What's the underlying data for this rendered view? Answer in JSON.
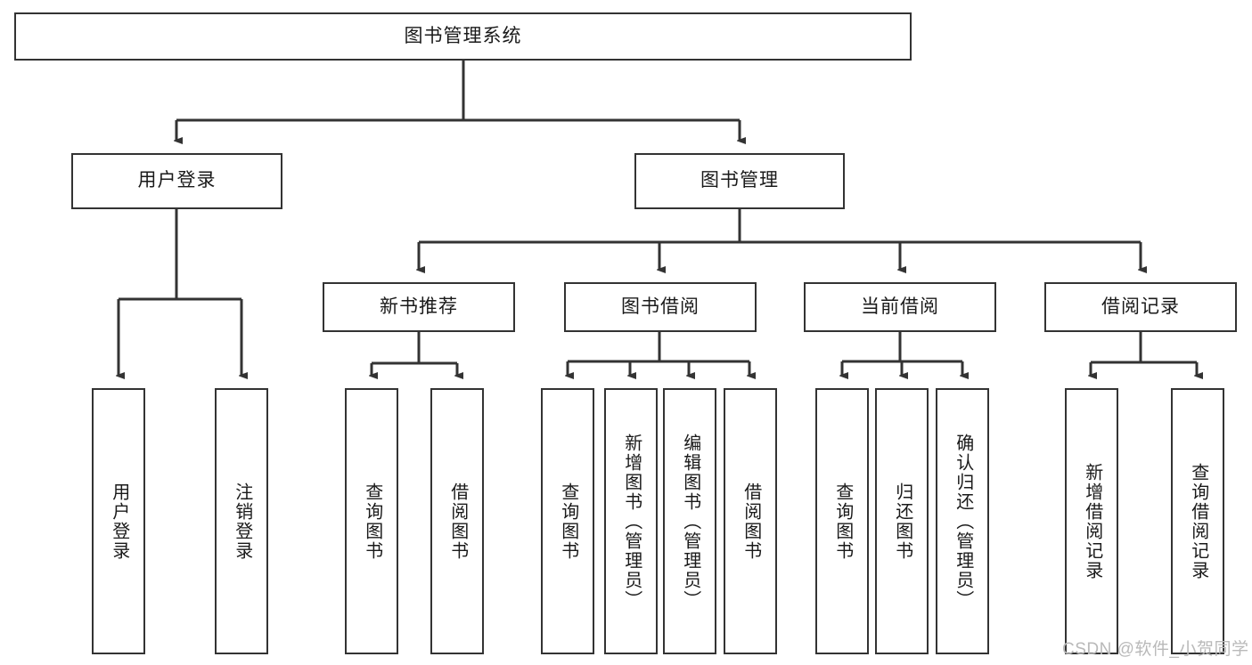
{
  "diagram": {
    "title": "图书管理系统",
    "type": "tree-hierarchy-diagram",
    "root": {
      "label": "图书管理系统"
    },
    "level2": [
      {
        "label": "用户登录"
      },
      {
        "label": "图书管理"
      }
    ],
    "level3": [
      {
        "label": "新书推荐"
      },
      {
        "label": "图书借阅"
      },
      {
        "label": "当前借阅"
      },
      {
        "label": "借阅记录"
      }
    ],
    "leaves": {
      "user_login": [
        {
          "label": "用户登录"
        },
        {
          "label": "注销登录"
        }
      ],
      "new_book_recommend": [
        {
          "label": "查询图书"
        },
        {
          "label": "借阅图书"
        }
      ],
      "book_borrow": [
        {
          "label": "查询图书"
        },
        {
          "label": "新增图书（管理员）"
        },
        {
          "label": "编辑图书（管理员）"
        },
        {
          "label": "借阅图书"
        }
      ],
      "current_borrow": [
        {
          "label": "查询图书"
        },
        {
          "label": "归还图书"
        },
        {
          "label": "确认归还（管理员）"
        }
      ],
      "borrow_record": [
        {
          "label": "新增借阅记录"
        },
        {
          "label": "查询借阅记录"
        }
      ]
    }
  },
  "watermark": {
    "text": "CSDN @软件_小贺同学"
  },
  "colors": {
    "stroke": "#333333",
    "text": "#1a1a1a",
    "background": "#ffffff",
    "watermark": "#b9b9b9"
  }
}
